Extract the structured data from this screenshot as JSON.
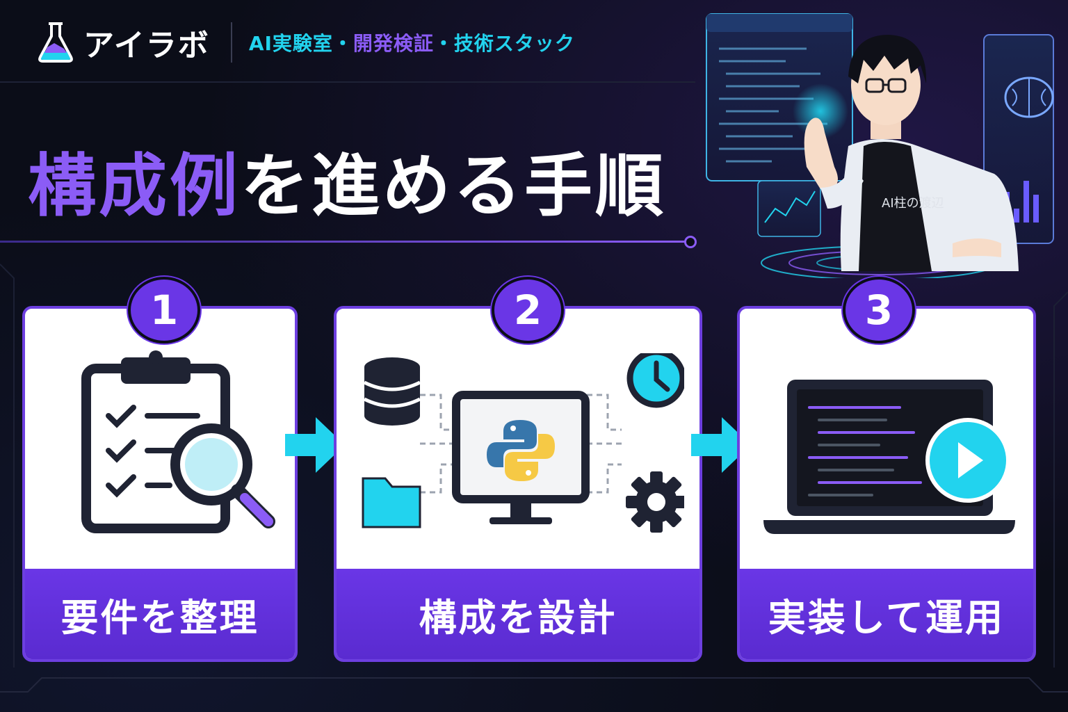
{
  "header": {
    "logo_icon": "flask-icon",
    "brand": "アイラボ",
    "tagline_a": "AI実験室・",
    "tagline_b": "開発検証",
    "tagline_c": "・技術スタック"
  },
  "title": {
    "highlight": "構成例",
    "rest": "を進める手順"
  },
  "hero": {
    "shirt_text": "AI柱の渡辺"
  },
  "steps": [
    {
      "number": "1",
      "label": "要件を整理",
      "icon": "clipboard-search-icon"
    },
    {
      "number": "2",
      "label": "構成を設計",
      "icon": "python-monitor-icon"
    },
    {
      "number": "3",
      "label": "実装して運用",
      "icon": "laptop-play-icon"
    }
  ],
  "colors": {
    "background": "#0b0d18",
    "accent_purple": "#6a36e6",
    "accent_cyan": "#22d3ee",
    "title_purple": "#8b5cf6"
  }
}
